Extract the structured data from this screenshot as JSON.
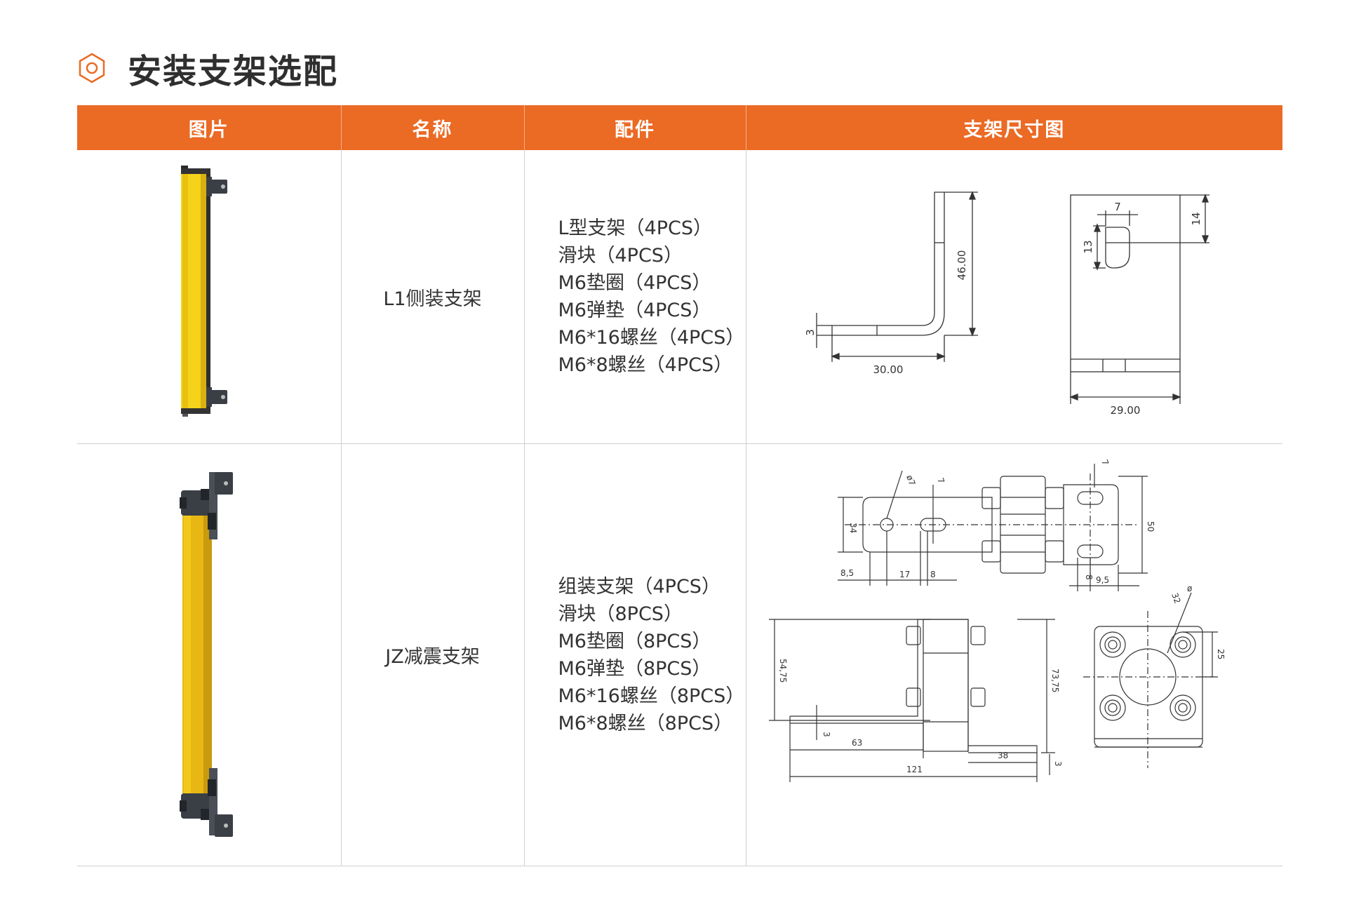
{
  "section": {
    "title": "安装支架选配"
  },
  "table": {
    "headers": [
      "图片",
      "名称",
      "配件",
      "支架尺寸图"
    ],
    "rows": [
      {
        "name": "L1侧装支架",
        "parts": [
          "L型支架（4PCS）",
          "滑块（4PCS）",
          "M6垫圈（4PCS）",
          "M6弹垫（4PCS）",
          "M6*16螺丝（4PCS）",
          "M6*8螺丝（4PCS）"
        ],
        "dims": {
          "height": "46.00",
          "thick": "3",
          "width": "30.00",
          "slot_w": "7",
          "slot_h": "13",
          "top": "14",
          "front_w": "29.00"
        }
      },
      {
        "name": "JZ减震支架",
        "parts": [
          "组装支架（4PCS）",
          "滑块（8PCS）",
          "M6垫圈（8PCS）",
          "M6弹垫（8PCS）",
          "M6*16螺丝（8PCS）",
          "M6*8螺丝（8PCS）"
        ],
        "dims": {
          "hole": "ø7",
          "slot": "7",
          "h34": "34",
          "d85": "8,5",
          "d17": "17",
          "d8": "8",
          "h50": "50",
          "slot2": "7",
          "d8b": "8",
          "d95": "9,5",
          "h5475": "54,75",
          "d3a": "3",
          "d63": "63",
          "d121": "121",
          "h7375": "73,75",
          "d38": "38",
          "d3b": "3",
          "d32": "32",
          "phi": "ø",
          "d25": "25"
        }
      }
    ]
  },
  "colors": {
    "header": "#eb6a24",
    "sensor_yellow": "#f6d21a",
    "bracket": "#3a3f46"
  }
}
